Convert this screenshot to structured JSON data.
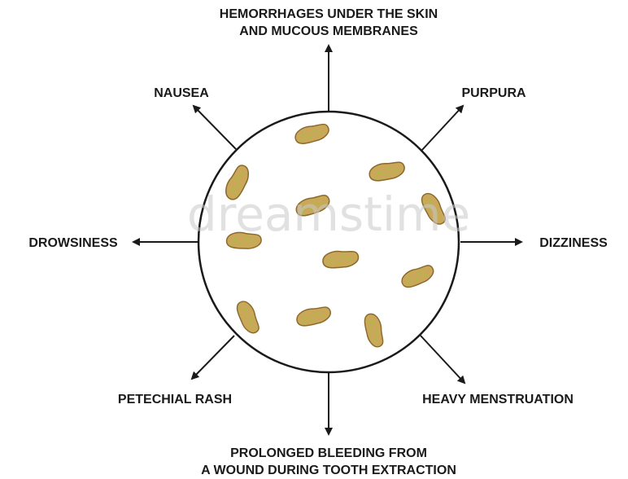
{
  "diagram": {
    "watermark": "dreamstime",
    "center_icon": "platelet-cells-circle",
    "colors": {
      "line": "#1a1a1a",
      "cell_fill": "#c9a85a",
      "cell_stroke": "#8a6a2a",
      "granule": "#9fc33a"
    },
    "symptoms": {
      "top": [
        "HEMORRHAGES UNDER THE SKIN",
        "AND MUCOUS MEMBRANES"
      ],
      "top_right": "PURPURA",
      "right": "DIZZINESS",
      "bottom_right": "HEAVY MENSTRUATION",
      "bottom": [
        "PROLONGED BLEEDING FROM",
        "A WOUND DURING TOOTH EXTRACTION"
      ],
      "bottom_left": "PETECHIAL RASH",
      "left": "DROWSINESS",
      "top_left": "NAUSEA"
    }
  }
}
